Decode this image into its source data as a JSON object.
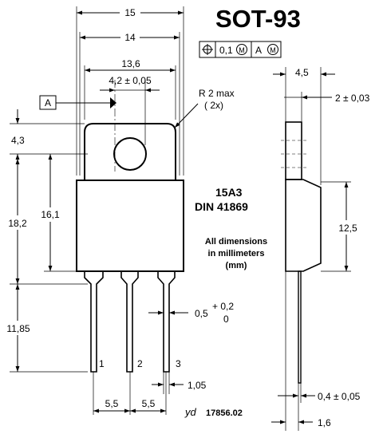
{
  "title": "SOT-93",
  "package_code": "15A3",
  "din": "DIN 41869",
  "note": [
    "All dimensions",
    "in millimeters",
    "(mm)"
  ],
  "tolerance_frame": [
    "0,1",
    "M",
    "A",
    "M"
  ],
  "datum": "A",
  "radius_note": [
    "R 2 max",
    "( 2x)"
  ],
  "front_view_dims": {
    "overall_width": "15",
    "body_width": "14",
    "tab_width": "13,6",
    "hole_diameter": "4,2 ± 0,05",
    "hole_offset": "4,3",
    "body_height": "18,2",
    "hole_to_body_bottom": "16,1",
    "lead_length": "11,85",
    "lead_thickness": "1,05",
    "lead_pitch_left": "5,5",
    "lead_pitch_right": "5,5",
    "lead_width_value": "0,5",
    "lead_width_plus": "+ 0,2",
    "lead_width_minus": "0"
  },
  "pin_labels": [
    "1",
    "2",
    "3"
  ],
  "side_view_dims": {
    "total_thickness": "4,5",
    "tab_thickness": "2 ± 0,03",
    "body_height": "12,5",
    "lead_thickness": "0,4 ± 0,05",
    "lead_offset": "1,6"
  },
  "footer": {
    "initials": "yd",
    "number": "17856.02"
  }
}
